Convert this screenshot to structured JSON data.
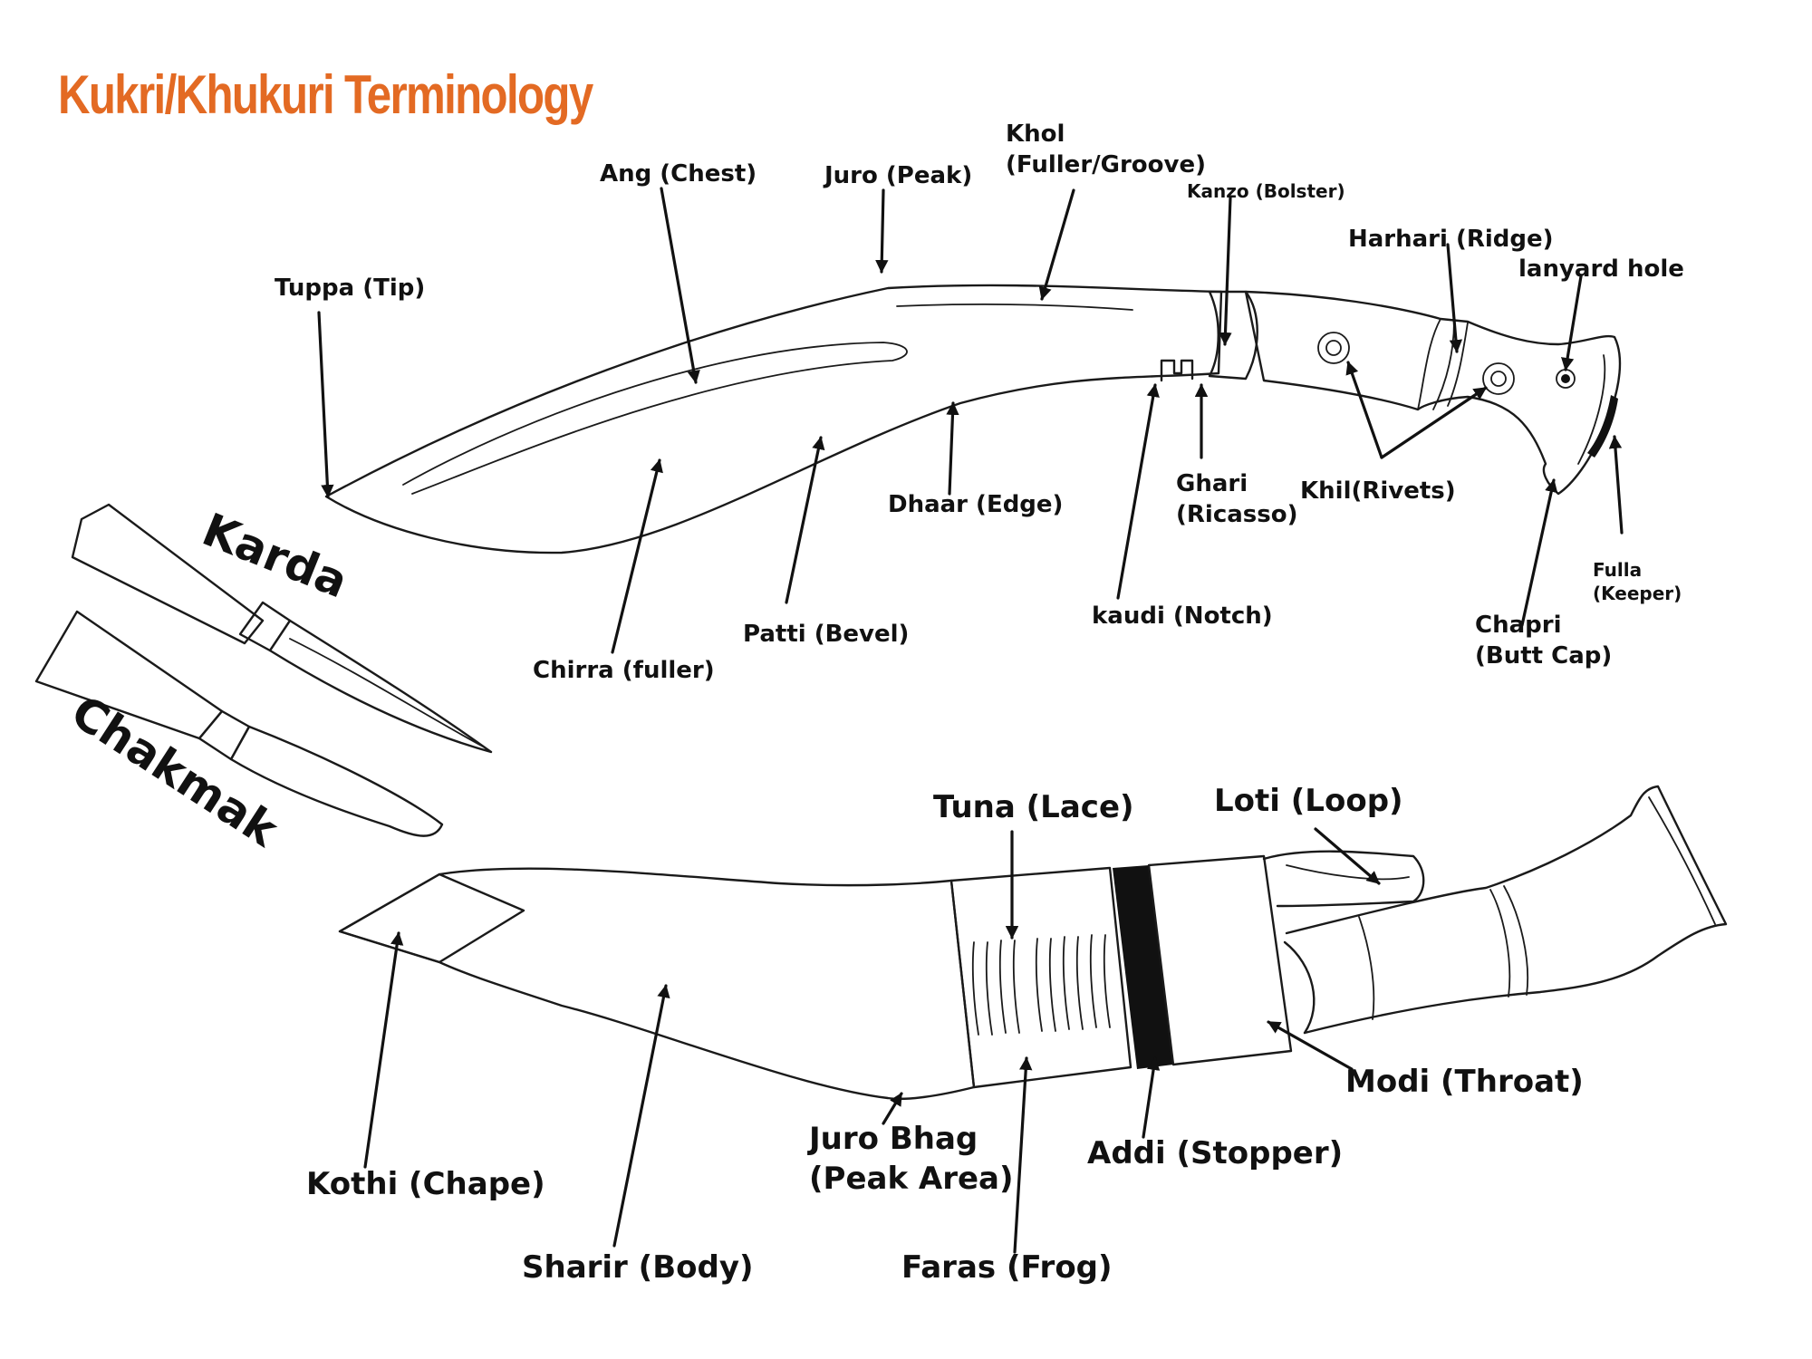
{
  "title": "Kukri/Khukuri Terminology",
  "title_color": "#e36a23",
  "knife_labels": {
    "tuppa": "Tuppa (Tip)",
    "ang": "Ang (Chest)",
    "juro": "Juro (Peak)",
    "khol_1": "Khol",
    "khol_2": "(Fuller/Groove)",
    "kanzo": "Kanzo (Bolster)",
    "harhari": "Harhari (Ridge)",
    "lanyard": "lanyard hole",
    "dhaar": "Dhaar (Edge)",
    "ghari_1": "Ghari",
    "ghari_2": "(Ricasso)",
    "khil": "Khil(Rivets)",
    "fulla_1": "Fulla",
    "fulla_2": "(Keeper)",
    "chapri_1": "Chapri",
    "chapri_2": "(Butt Cap)",
    "kaudi": "kaudi (Notch)",
    "patti": "Patti (Bevel)",
    "chirra": "Chirra (fuller)"
  },
  "small_knives": {
    "karda": "Karda",
    "chakmak": "Chakmak"
  },
  "sheath_labels": {
    "tuna": "Tuna (Lace)",
    "loti": "Loti (Loop)",
    "modi": "Modi (Throat)",
    "addi": "Addi (Stopper)",
    "juro_bhag_1": "Juro Bhag",
    "juro_bhag_2": "(Peak Area)",
    "kothi": "Kothi (Chape)",
    "faras": "Faras (Frog)",
    "sharir": "Sharir (Body)"
  },
  "icons": [
    "arrow-icon"
  ]
}
